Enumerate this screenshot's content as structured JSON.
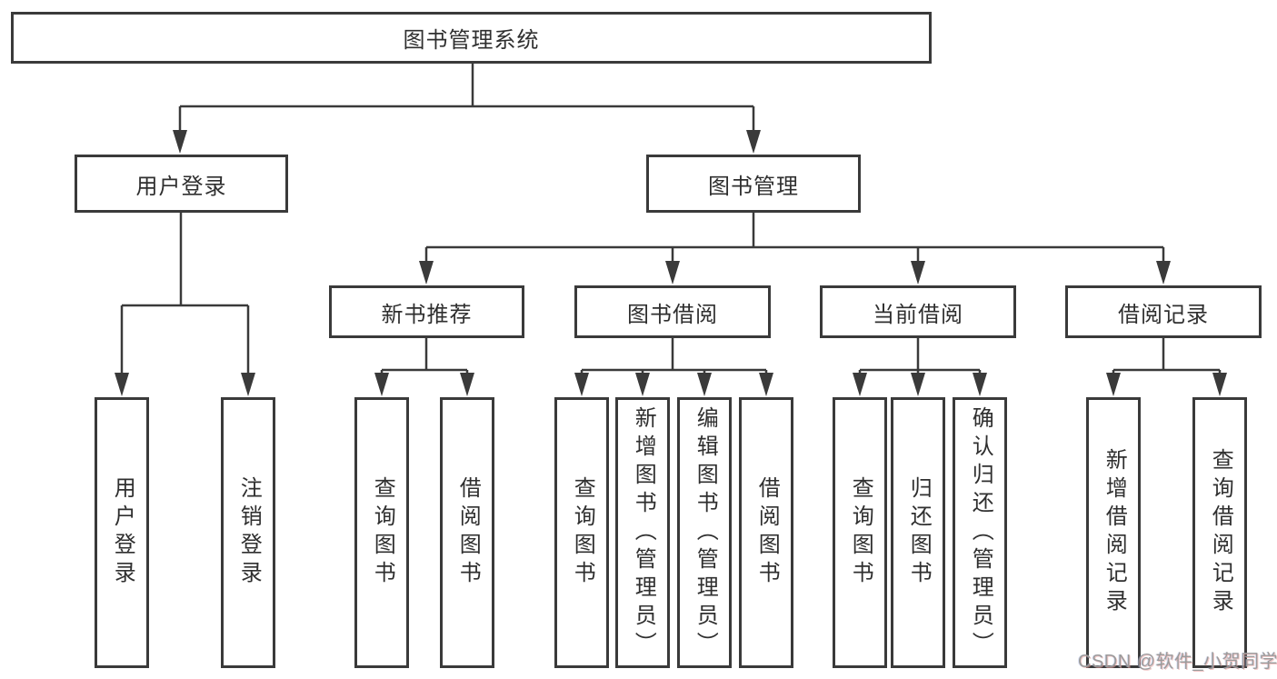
{
  "diagram": {
    "root": "图书管理系统",
    "user_login": {
      "label": "用户登录",
      "children": {
        "login": "用户登录",
        "logout": "注销登录"
      }
    },
    "book_mgmt": {
      "label": "图书管理",
      "new_books": {
        "label": "新书推荐",
        "children": {
          "query": "查询图书",
          "borrow": "借阅图书"
        }
      },
      "borrowing": {
        "label": "图书借阅",
        "children": {
          "query": "查询图书",
          "add": "新增图书（管理员）",
          "edit": "编辑图书（管理员）",
          "borrow": "借阅图书"
        }
      },
      "current": {
        "label": "当前借阅",
        "children": {
          "query": "查询图书",
          "return": "归还图书",
          "confirm": "确认归还（管理员）"
        }
      },
      "records": {
        "label": "借阅记录",
        "children": {
          "add": "新增借阅记录",
          "query": "查询借阅记录"
        }
      }
    }
  },
  "watermark": "CSDN @软件_小贺同学",
  "colors": {
    "line": "#3a3a3a",
    "box_border": "#3a3a3a",
    "text": "#2f2f2f",
    "watermark": "#9b9b9b",
    "background": "#ffffff"
  }
}
